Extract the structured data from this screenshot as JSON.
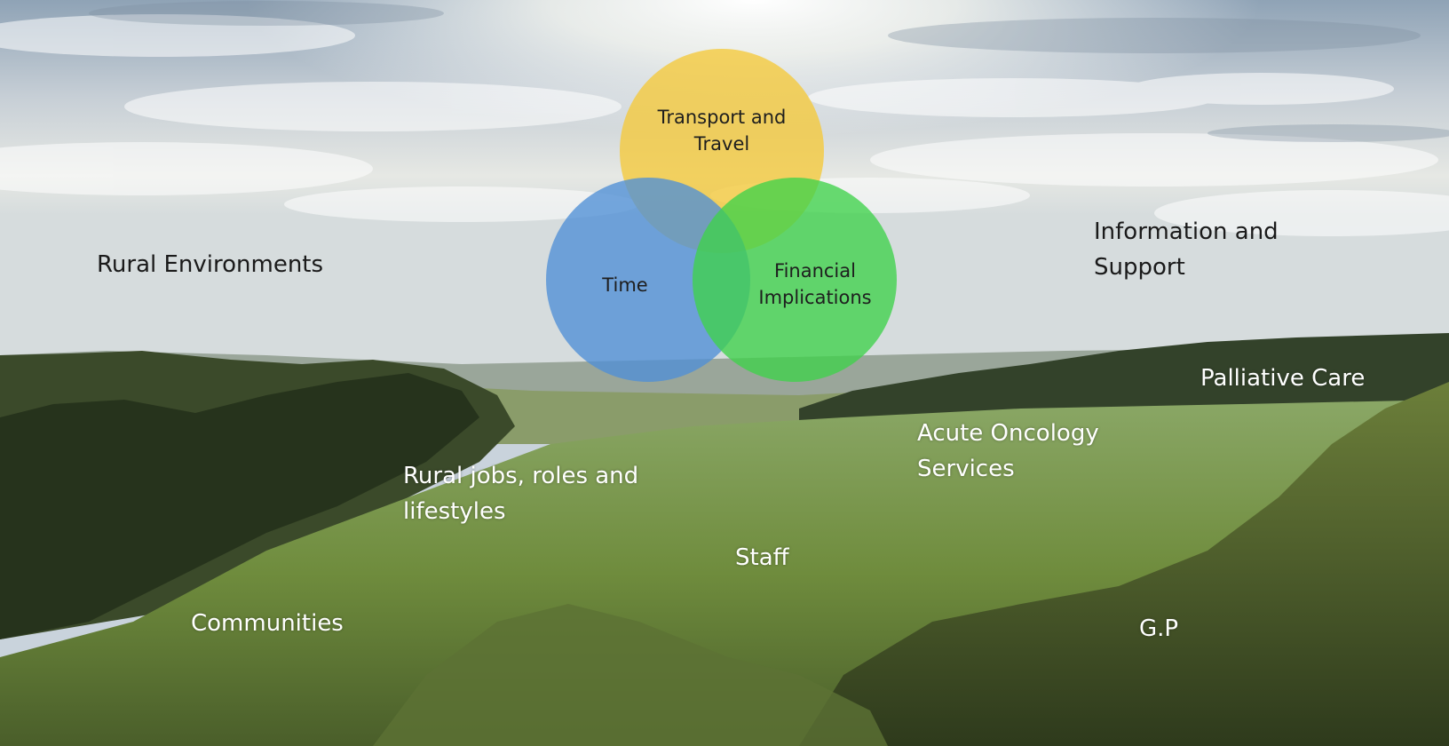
{
  "venn": {
    "circles": [
      {
        "label": "Transport and\nTravel",
        "color": "#f5c93a"
      },
      {
        "label": "Time",
        "color": "#4f8fd6"
      },
      {
        "label": "Financial\nImplications",
        "color": "#3fd24a"
      }
    ]
  },
  "labels": {
    "rural_environments": "Rural Environments",
    "information_support": "Information and\nSupport",
    "palliative_care": "Palliative Care",
    "acute_oncology": "Acute Oncology\nServices",
    "rural_jobs": "Rural jobs, roles and\nlifestyles",
    "staff": "Staff",
    "communities": "Communities",
    "gp": "G.P"
  },
  "colors": {
    "sky_top": "#8fa3b6",
    "sky_bright": "#f4f2e8",
    "field_green": "#7a9a45",
    "tree_dark": "#2f3d22"
  }
}
